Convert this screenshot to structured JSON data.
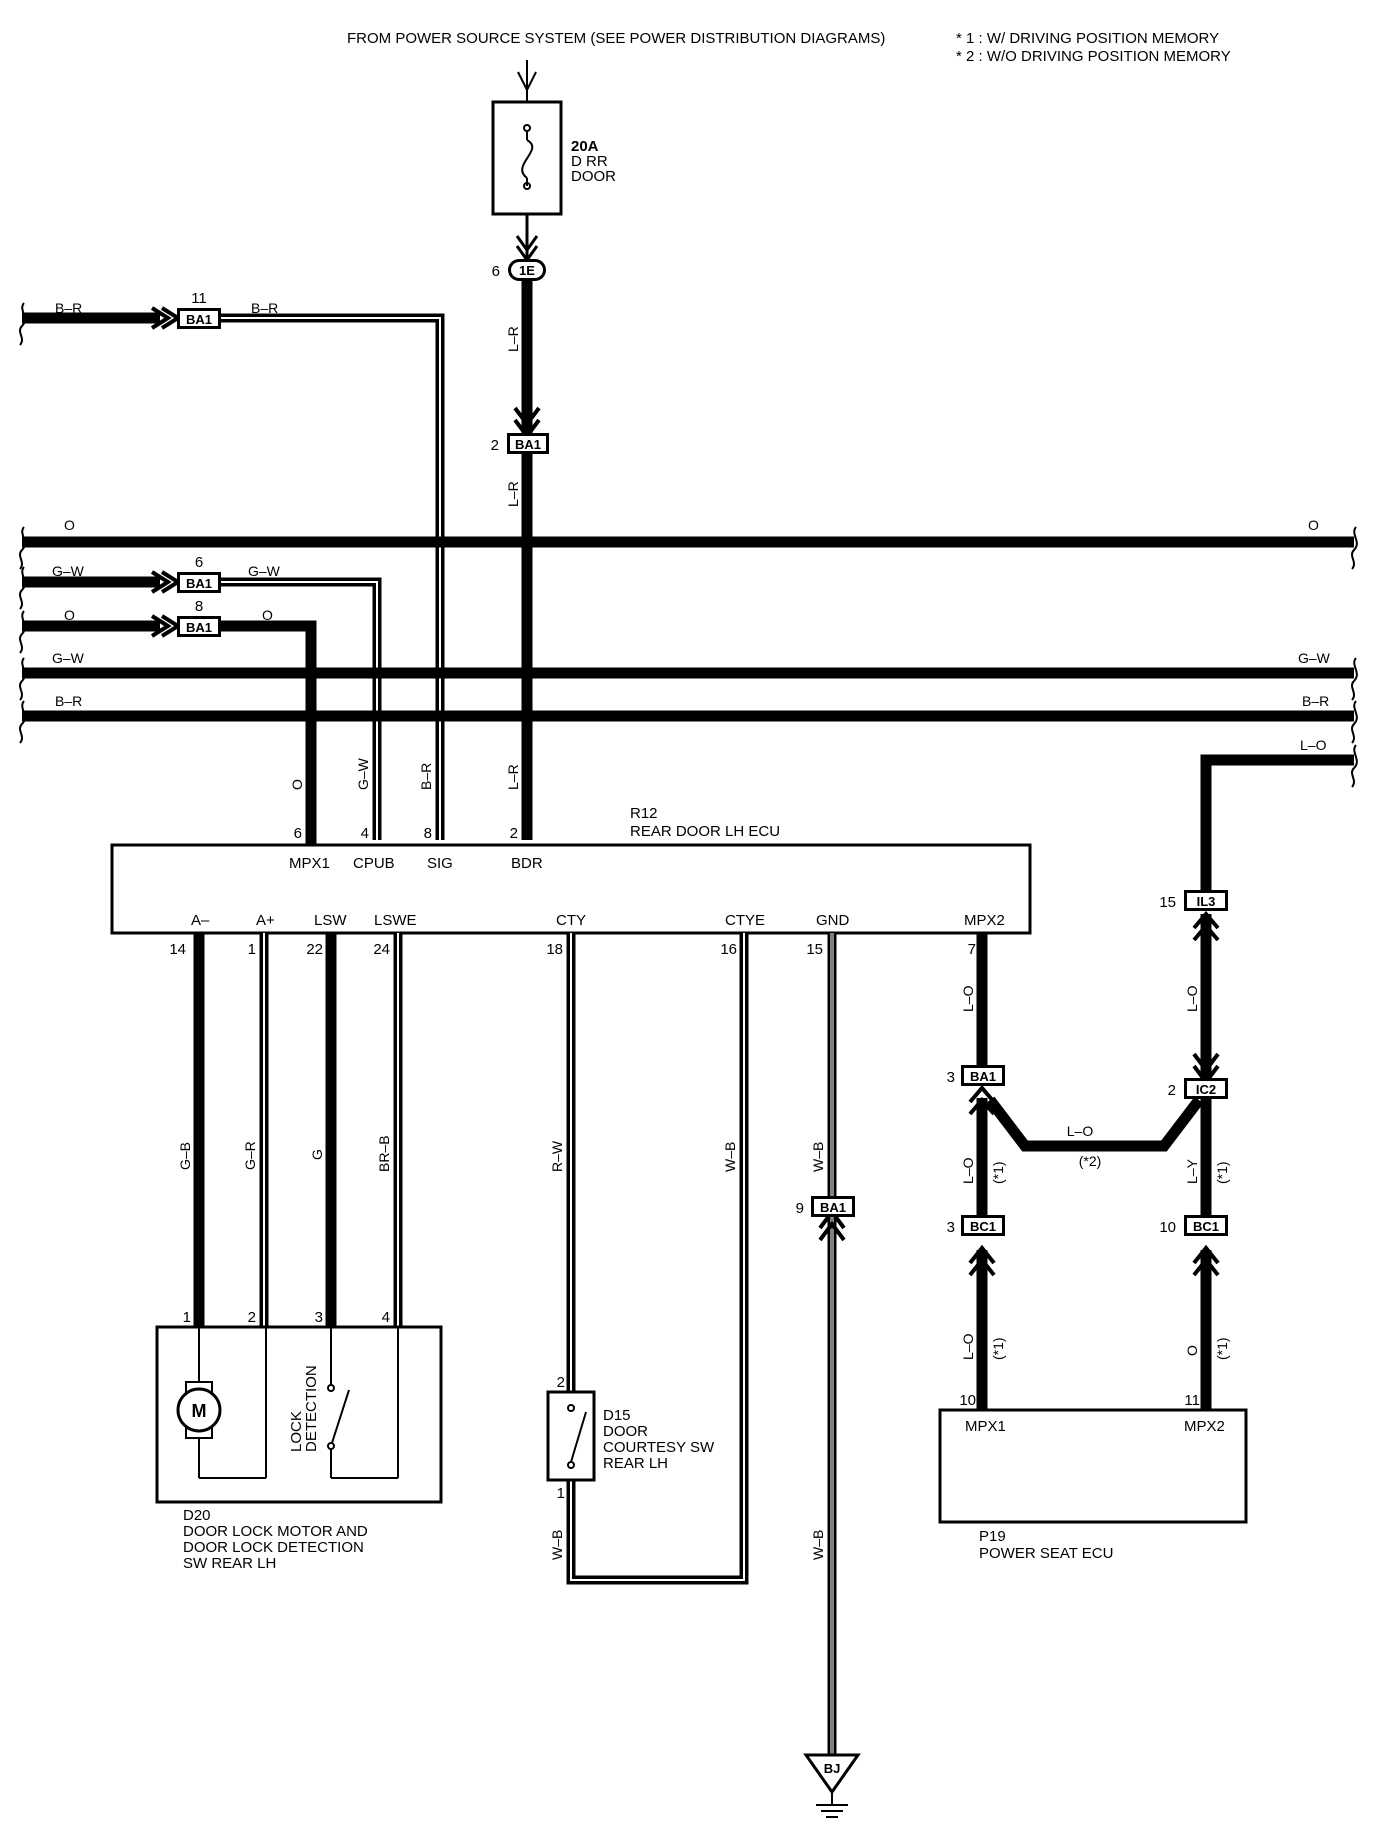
{
  "header": {
    "source": "FROM POWER SOURCE SYSTEM (SEE POWER DISTRIBUTION DIAGRAMS)",
    "note1": "* 1 : W/ DRIVING POSITION MEMORY",
    "note2": "* 2 : W/O DRIVING POSITION MEMORY"
  },
  "fuse": {
    "rating": "20A",
    "name1": "D RR",
    "name2": "DOOR"
  },
  "connectors": {
    "c1E": {
      "id": "1E",
      "pin": "6"
    },
    "ba1_11": {
      "id": "BA1",
      "pin": "11"
    },
    "ba1_2": {
      "id": "BA1",
      "pin": "2"
    },
    "ba1_6": {
      "id": "BA1",
      "pin": "6"
    },
    "ba1_8": {
      "id": "BA1",
      "pin": "8"
    },
    "ba1_3": {
      "id": "BA1",
      "pin": "3"
    },
    "ba1_9": {
      "id": "BA1",
      "pin": "9"
    },
    "il3": {
      "id": "IL3",
      "pin": "15"
    },
    "ic2": {
      "id": "IC2",
      "pin": "2"
    },
    "bc1_3": {
      "id": "BC1",
      "pin": "3"
    },
    "bc1_10": {
      "id": "BC1",
      "pin": "10"
    }
  },
  "wires": {
    "br": "B–R",
    "gw": "G–W",
    "o": "O",
    "lr": "L–R",
    "lo": "L–O",
    "gb": "G–B",
    "gr": "G–R",
    "g": "G",
    "brb": "BR–B",
    "rw": "R–W",
    "wb": "W–B",
    "ly": "L–Y",
    "star1": "(*1)",
    "star2": "(*2)"
  },
  "ecu": {
    "code": "R12",
    "name": "REAR DOOR LH ECU",
    "top_terminals": [
      {
        "name": "MPX1",
        "pin": "6"
      },
      {
        "name": "CPUB",
        "pin": "4"
      },
      {
        "name": "SIG",
        "pin": "8"
      },
      {
        "name": "BDR",
        "pin": "2"
      }
    ],
    "bottom_terminals": [
      {
        "name": "A–",
        "pin": "14"
      },
      {
        "name": "A+",
        "pin": "1"
      },
      {
        "name": "LSW",
        "pin": "22"
      },
      {
        "name": "LSWE",
        "pin": "24"
      },
      {
        "name": "CTY",
        "pin": "18"
      },
      {
        "name": "CTYE",
        "pin": "16"
      },
      {
        "name": "GND",
        "pin": "15"
      },
      {
        "name": "MPX2",
        "pin": "7"
      }
    ]
  },
  "d20": {
    "code": "D20",
    "name1": "DOOR LOCK MOTOR AND",
    "name2": "DOOR LOCK DETECTION",
    "name3": "SW REAR LH",
    "motor": "M",
    "lock1": "LOCK",
    "lock2": "DETECTION",
    "pins": [
      "1",
      "2",
      "3",
      "4"
    ]
  },
  "d15": {
    "code": "D15",
    "name1": "DOOR",
    "name2": "COURTESY SW",
    "name3": "REAR LH",
    "pin_top": "2",
    "pin_bottom": "1"
  },
  "p19": {
    "code": "P19",
    "name": "POWER SEAT ECU",
    "t1": {
      "name": "MPX1",
      "pin": "10"
    },
    "t2": {
      "name": "MPX2",
      "pin": "11"
    }
  },
  "ground": {
    "id": "BJ"
  }
}
